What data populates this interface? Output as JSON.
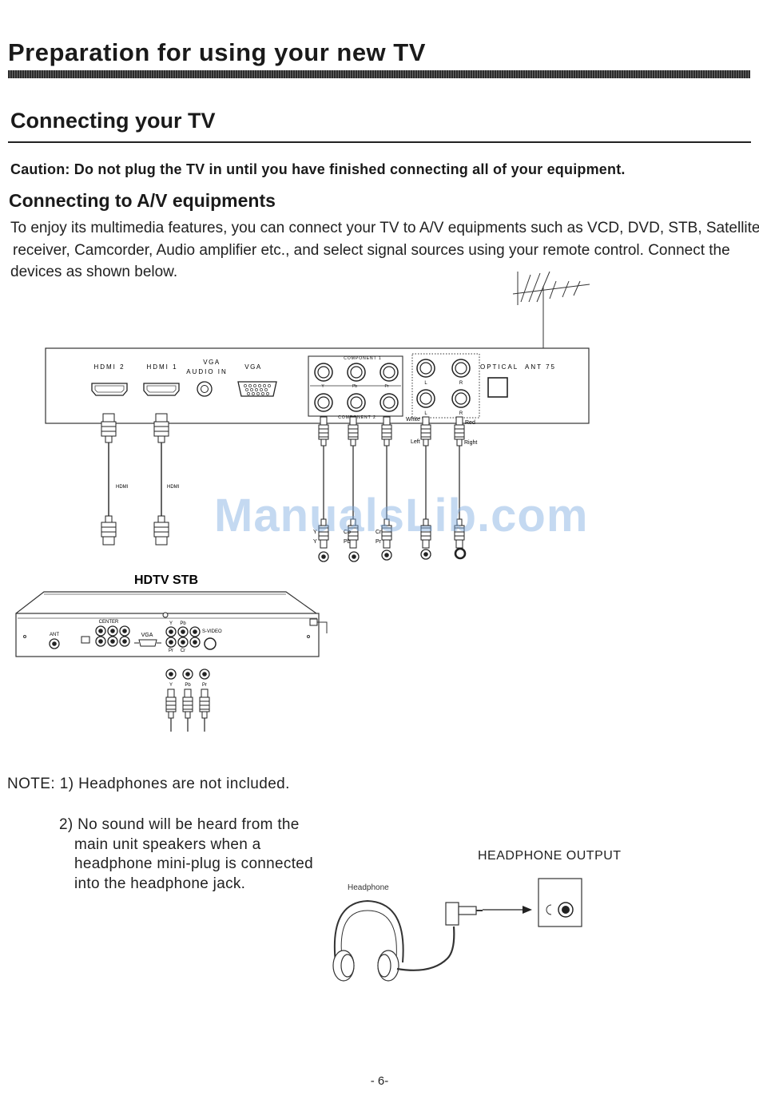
{
  "header": {
    "title": "Preparation for using your new TV",
    "subtitle": "Connecting your TV"
  },
  "caution": "Caution: Do not plug the TV in until you have finished connecting all of your equipment.",
  "section": {
    "heading": "Connecting to A/V equipments",
    "body_lines": [
      "To enjoy its multimedia features, you can connect your TV to A/V equipments such as VCD, DVD, STB, Satellite",
      "receiver, Camcorder, Audio amplifier etc., and select signal sources using your remote control.  Connect the",
      "devices  as shown below."
    ]
  },
  "tv_panel": {
    "hdmi2": "HDMI 2",
    "hdmi1": "HDMI 1",
    "vga_audio_1": "VGA",
    "vga_audio_2": "AUDIO IN",
    "vga": "VGA",
    "component1": "COMPONENT 1",
    "component2": "COMPONENT 2",
    "y": "Y",
    "pb": "Pb",
    "pr": "Pr",
    "l": "L",
    "r": "R",
    "optical": "OPTICAL",
    "ant": "ANT 75",
    "white": "White",
    "red": "Red",
    "left": "Left",
    "right": "Right"
  },
  "cables": {
    "hdmi_a": "HDMI",
    "hdmi_b": "HDMI"
  },
  "plug_labels": {
    "y": "Y",
    "cb": "Cb",
    "cr": "Cr",
    "y2": "Y",
    "pb": "Pb",
    "pr": "Pr"
  },
  "stb": {
    "title": "HDTV STB",
    "center": "CENTER",
    "ant": "ANT",
    "vga": "VGA",
    "y": "Y",
    "pb": "Pb",
    "pr": "Pr",
    "cr": "Cr",
    "svideo": "S-VIDEO",
    "out_y": "Y",
    "out_pb": "Pb",
    "out_pr": "Pr"
  },
  "notes": {
    "note1": "NOTE: 1) Headphones are not included.",
    "note2_lines": [
      "2) No sound will be heard from the",
      "main unit speakers when a",
      "headphone mini-plug is connected",
      "into the headphone jack."
    ]
  },
  "headphone": {
    "output_label": "HEADPHONE OUTPUT",
    "device_label": "Headphone"
  },
  "watermark": "ManualsLib.com",
  "page_number": "- 6-"
}
